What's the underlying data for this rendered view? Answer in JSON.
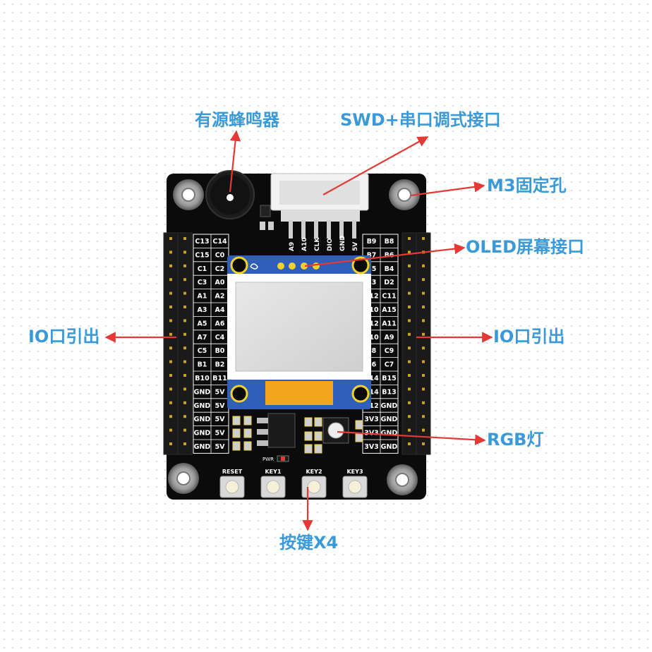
{
  "callouts": {
    "buzzer": "有源蜂鸣器",
    "swd": "SWD+串口调式接口",
    "m3": "M3固定孔",
    "oled": "OLED屏幕接口",
    "io_left": "IO口引出",
    "io_right": "IO口引出",
    "rgb": "RGB灯",
    "keys": "按键X4"
  },
  "connector_pins": [
    "A9",
    "A10",
    "CLK",
    "DIO",
    "GND",
    "5V"
  ],
  "left_pins": [
    [
      "C13",
      "C14"
    ],
    [
      "C15",
      "C0"
    ],
    [
      "C1",
      "C2"
    ],
    [
      "C3",
      "A0"
    ],
    [
      "A1",
      "A2"
    ],
    [
      "A3",
      "A4"
    ],
    [
      "A5",
      "A6"
    ],
    [
      "A7",
      "C4"
    ],
    [
      "C5",
      "B0"
    ],
    [
      "B1",
      "B2"
    ],
    [
      "B10",
      "B11"
    ],
    [
      "GND",
      "5V"
    ],
    [
      "GND",
      "5V"
    ],
    [
      "GND",
      "5V"
    ],
    [
      "GND",
      "5V"
    ],
    [
      "GND",
      "5V"
    ]
  ],
  "right_pins": [
    [
      "B9",
      "B8"
    ],
    [
      "B7",
      "B6"
    ],
    [
      "B5",
      "B4"
    ],
    [
      "B3",
      "D2"
    ],
    [
      "C12",
      "C11"
    ],
    [
      "C10",
      "A15"
    ],
    [
      "A12",
      "A11"
    ],
    [
      "A10",
      "A9"
    ],
    [
      "C8",
      "C9"
    ],
    [
      "C6",
      "C7"
    ],
    [
      "B14",
      "B15"
    ],
    [
      "B14",
      "B13"
    ],
    [
      "B12",
      "GND"
    ],
    [
      "3V3",
      "GND"
    ],
    [
      "3V3",
      "GND"
    ],
    [
      "3V3",
      "GND"
    ]
  ],
  "keys": [
    "RESET",
    "KEY1",
    "KEY2",
    "KEY3"
  ],
  "pwr_label": "PWR",
  "colors": {
    "callout_text": "#3a9ad9",
    "arrow": "#e53935",
    "board": "#0b0b0b",
    "silkscreen": "#ffffff",
    "header": "#1a1a1a",
    "pin_gold": "#c9a227",
    "oled_pcb": "#2f5fb8",
    "screen": "#dcdcdc"
  }
}
